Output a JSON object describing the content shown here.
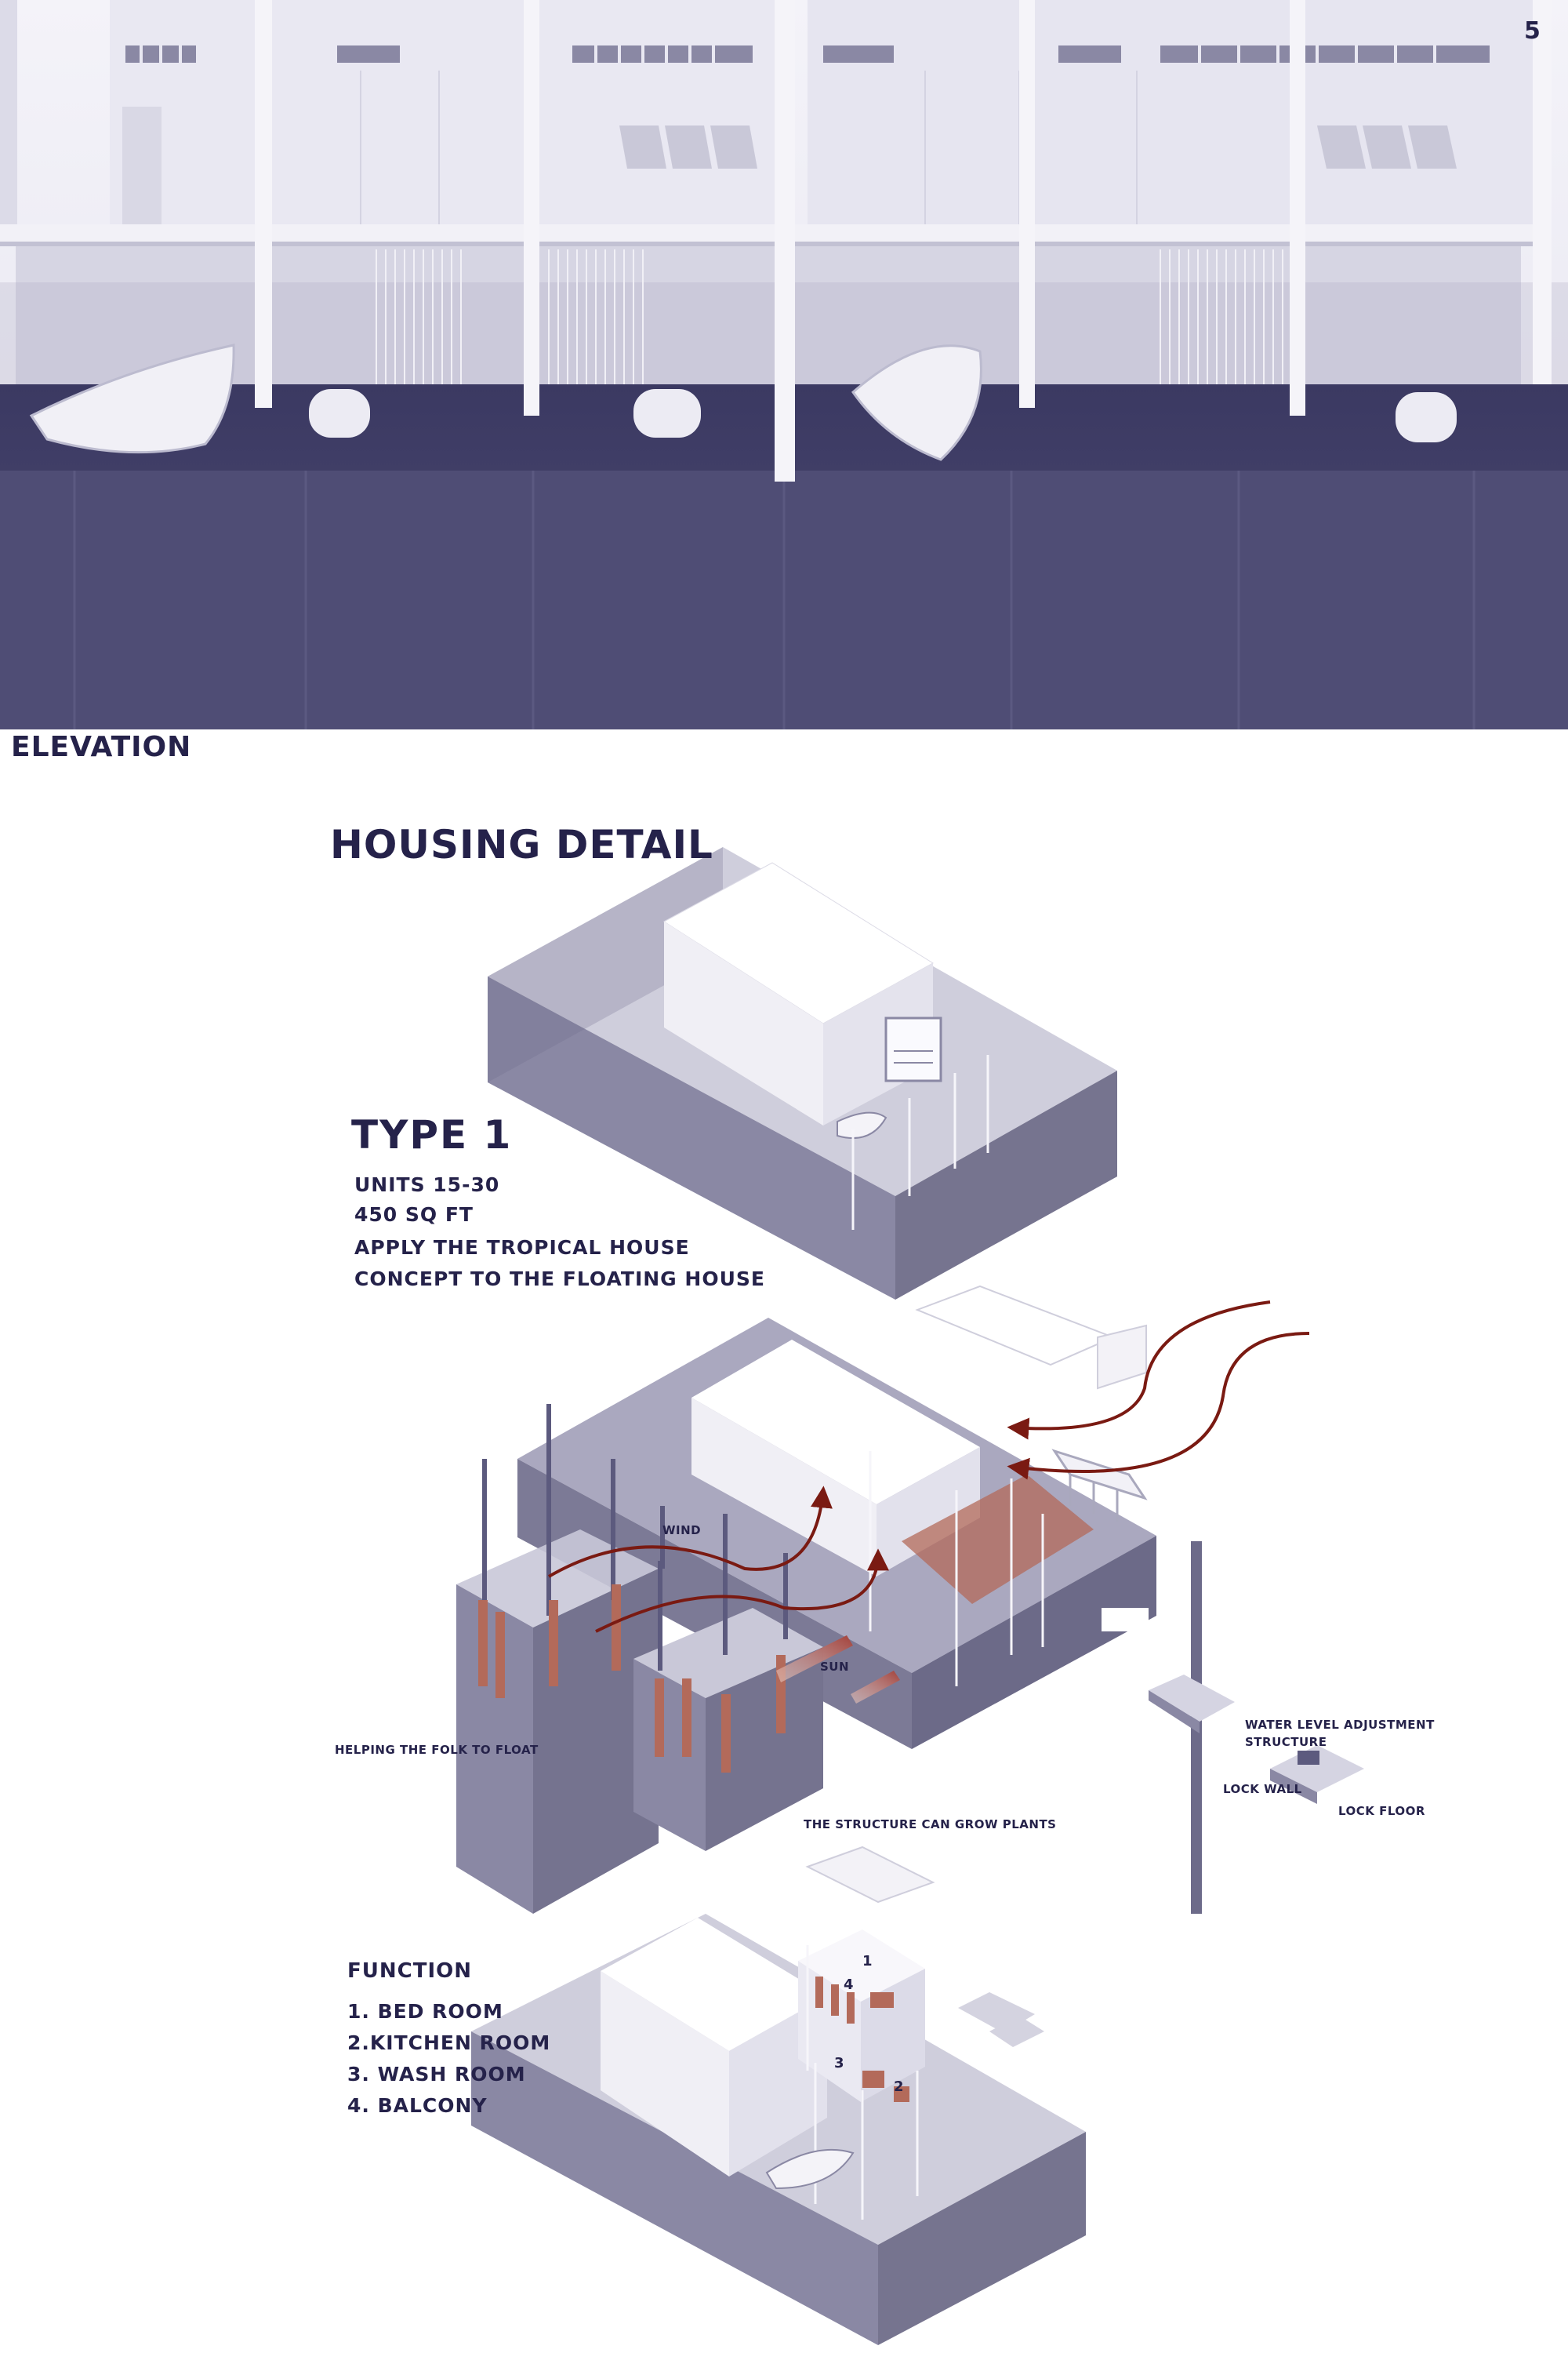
{
  "page_number": "5",
  "elevation_label": "ELEVATION",
  "housing_title": "HOUSING DETAIL",
  "type_title": "TYPE 1",
  "specs": [
    "UNITS 15-30",
    "450 SQ FT",
    "APPLY THE TROPICAL HOUSE",
    "CONCEPT TO THE FLOATING HOUSE"
  ],
  "annotations": {
    "wind": "WIND",
    "sun": "SUN",
    "float": "HELPING THE FOLK TO FLOAT",
    "plants": "THE STRUCTURE CAN GROW PLANTS",
    "water_level_1": "WATER LEVEL ADJUSTMENT",
    "water_level_2": "STRUCTURE",
    "lock_wall": "LOCK WALL",
    "lock_floor": "LOCK FLOOR"
  },
  "function": {
    "title": "FUNCTION",
    "items": [
      "1. BED ROOM",
      "2.KITCHEN ROOM",
      "3. WASH ROOM",
      "4. BALCONY"
    ]
  },
  "room_numbers": [
    "1",
    "2",
    "3",
    "4"
  ],
  "colors": {
    "navy": "#25224a",
    "water": "#4b4971",
    "box": "#8a88a4",
    "arrow": "#7a1a12",
    "terracotta": "#b36a5a"
  }
}
